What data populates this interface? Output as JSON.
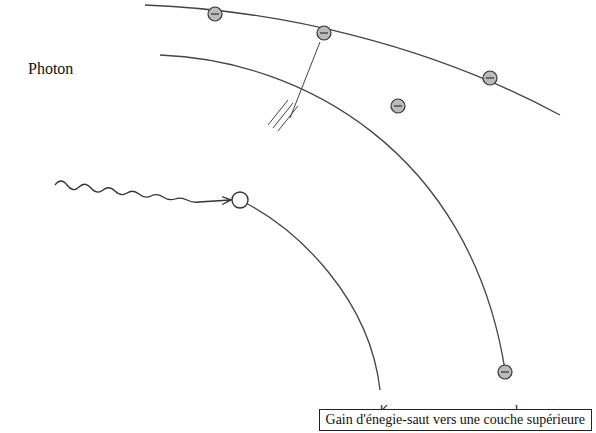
{
  "diagram": {
    "caption": "Gain d'énegie-saut vers une couche supérieure",
    "labels": [
      "Photon",
      "K",
      "L"
    ]
  }
}
